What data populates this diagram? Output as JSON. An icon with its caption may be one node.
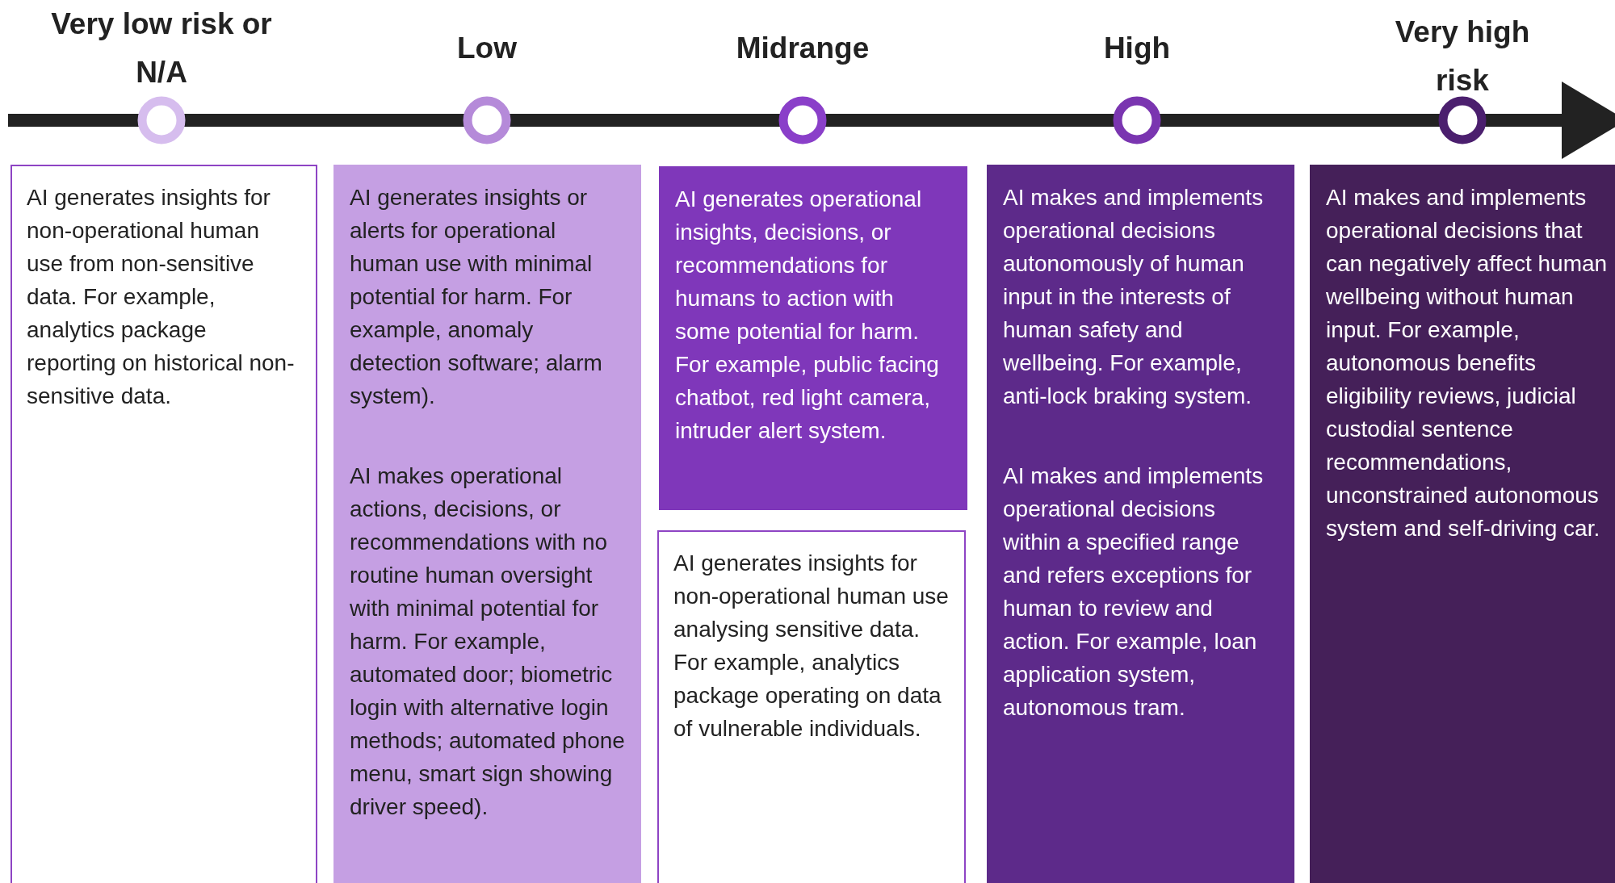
{
  "diagram": {
    "nodes": [
      {
        "text": [
          "Very low risk or N/A"
        ]
      },
      {
        "text": [
          "Low"
        ]
      },
      {
        "text": [
          "Midrange"
        ]
      },
      {
        "text": [
          "High"
        ]
      },
      {
        "text": [
          "Very high risk"
        ]
      },
      {
        "text": [
          "AI generates insights for non-operational human use from non-sensitive data. For example, analytics package reporting on historical non-sensitive data."
        ]
      },
      {
        "text": [
          "AI generates insights or alerts for operational human use with minimal potential for harm.  For example, anomaly detection software; alarm system).",
          "AI makes operational actions, decisions, or recommendations with no routine human oversight with minimal potential for harm. For example, automated door; biometric login with alternative login methods; automated phone menu, smart sign showing driver speed)."
        ]
      },
      {
        "text": [
          "AI generates operational insights, decisions, or recommendations for humans to action with some potential for harm. For example,  public facing chatbot, red light camera, intruder alert system."
        ]
      },
      {
        "text": [
          "AI generates insights for non-operational human use analysing sensitive data. For example, analytics package operating on data of vulnerable individuals."
        ]
      },
      {
        "text": [
          "AI makes and implements operational decisions autonomously of human input in the interests of human safety and wellbeing. For example, anti-lock braking system.",
          "AI makes and implements operational decisions within a specified range and refers exceptions for human to review and action. For example, loan application system, autonomous tram."
        ]
      },
      {
        "text": [
          "AI makes and implements operational decisions that can negatively affect human wellbeing without human input.  For example, autonomous benefits eligibility reviews, judicial custodial sentence recommendations, unconstrained autonomous system and self-driving car."
        ]
      }
    ]
  }
}
